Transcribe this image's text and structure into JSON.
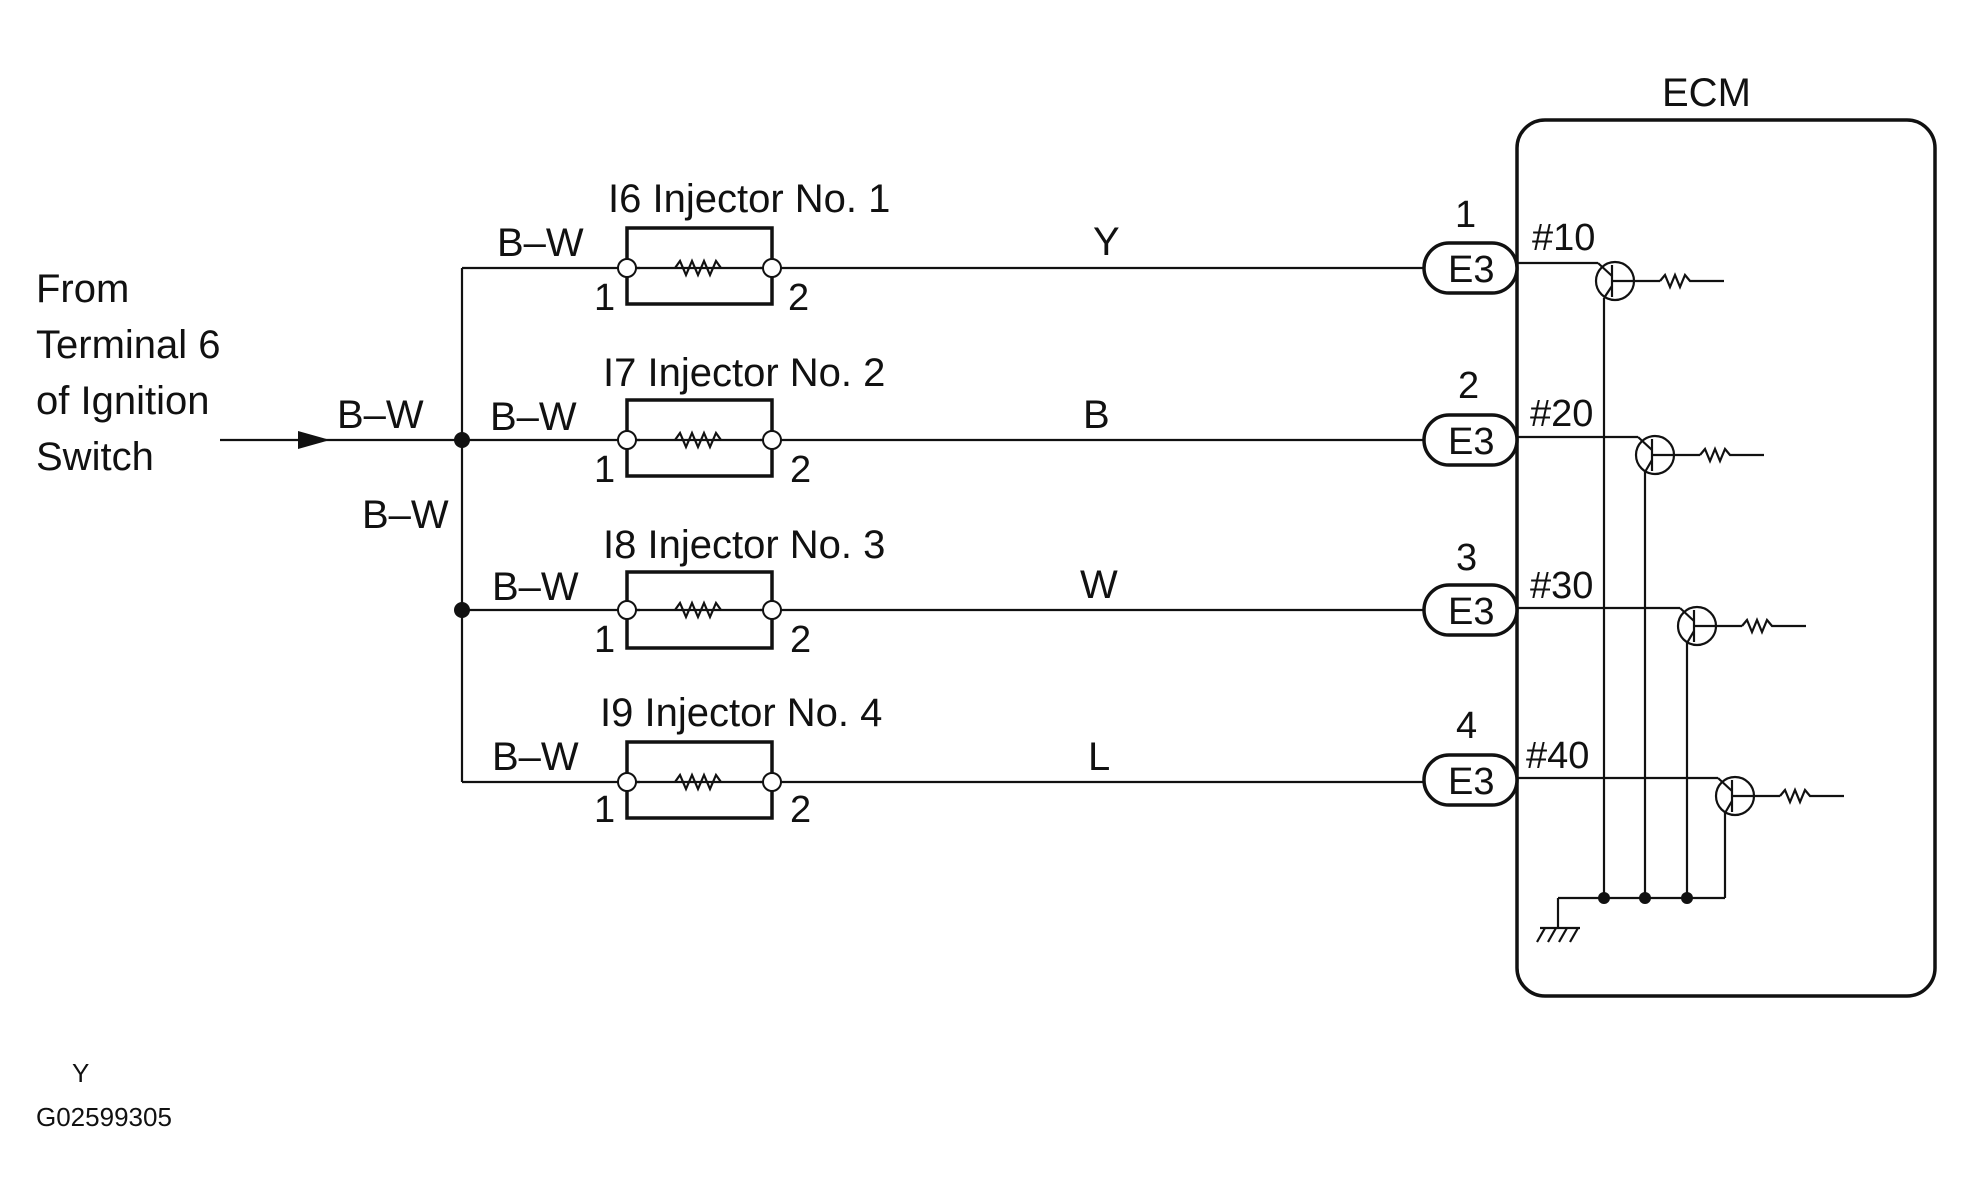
{
  "source": {
    "label_lines": [
      "From",
      "Terminal 6",
      "of Ignition",
      "Switch"
    ],
    "wire_color": "B–W"
  },
  "junction_labels": {
    "trunk": "B–W",
    "vertical": "B–W"
  },
  "ecm": {
    "label": "ECM",
    "connector": "E3"
  },
  "circuits": [
    {
      "injector_label": "I6 Injector No. 1",
      "in_wire": "B–W",
      "pin_in": "1",
      "pin_out": "2",
      "out_wire": "Y",
      "ecm_pin": "1",
      "ecm_terminal": "#10"
    },
    {
      "injector_label": "I7 Injector No. 2",
      "in_wire": "B–W",
      "pin_in": "1",
      "pin_out": "2",
      "out_wire": "B",
      "ecm_pin": "2",
      "ecm_terminal": "#20"
    },
    {
      "injector_label": "I8 Injector No. 3",
      "in_wire": "B–W",
      "pin_in": "1",
      "pin_out": "2",
      "out_wire": "W",
      "ecm_pin": "3",
      "ecm_terminal": "#30"
    },
    {
      "injector_label": "I9 Injector No. 4",
      "in_wire": "B–W",
      "pin_in": "1",
      "pin_out": "2",
      "out_wire": "L",
      "ecm_pin": "4",
      "ecm_terminal": "#40"
    }
  ],
  "footer": {
    "letter": "Y",
    "code": "G02599305"
  },
  "colors": {
    "ink": "#111111",
    "background": "#ffffff"
  }
}
